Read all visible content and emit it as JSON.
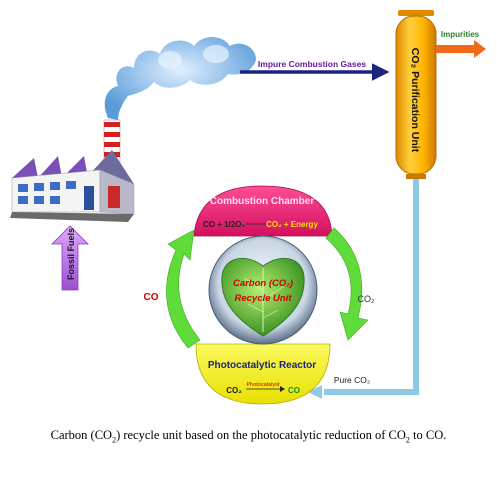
{
  "labels": {
    "impure_gases": "Impure Combustion Gases",
    "impurities": "Impurities",
    "purification_unit": "CO₂ Purification Unit",
    "fossil_fuels": "Fossil Fuels",
    "combustion_chamber": "Combustion Chamber",
    "combustion_eq_left": "CO + 1/2O₂",
    "combustion_eq_right": "CO₂ + Energy",
    "recycle_unit_line1": "Carbon (CO₂)",
    "recycle_unit_line2": "Recycle Unit",
    "co_label": "CO",
    "co2_label": "CO₂",
    "photocatalytic_reactor": "Photocatalytic Reactor",
    "photo_eq_left": "CO₂",
    "photo_eq_catalyst": "Photocatalyst",
    "photo_eq_right": "CO",
    "pure_co2": "Pure CO₂"
  },
  "caption": {
    "part1": "Carbon (CO",
    "sub1": "2",
    "part2": ") recycle unit based on the photocatalytic reduction of CO",
    "sub2": "2",
    "part3": " to CO."
  },
  "colors": {
    "navy_arrow": "#1a237e",
    "orange_arrow": "#f06a1a",
    "light_blue_pipe": "#8ecae6",
    "purification_yellow": "#ffb300",
    "combustion_pink": "#e8176c",
    "reactor_yellow": "#f2ee18",
    "green_arrow": "#5fdc3a",
    "fossil_purple": "#c070e0",
    "text_red": "#cc0000"
  }
}
